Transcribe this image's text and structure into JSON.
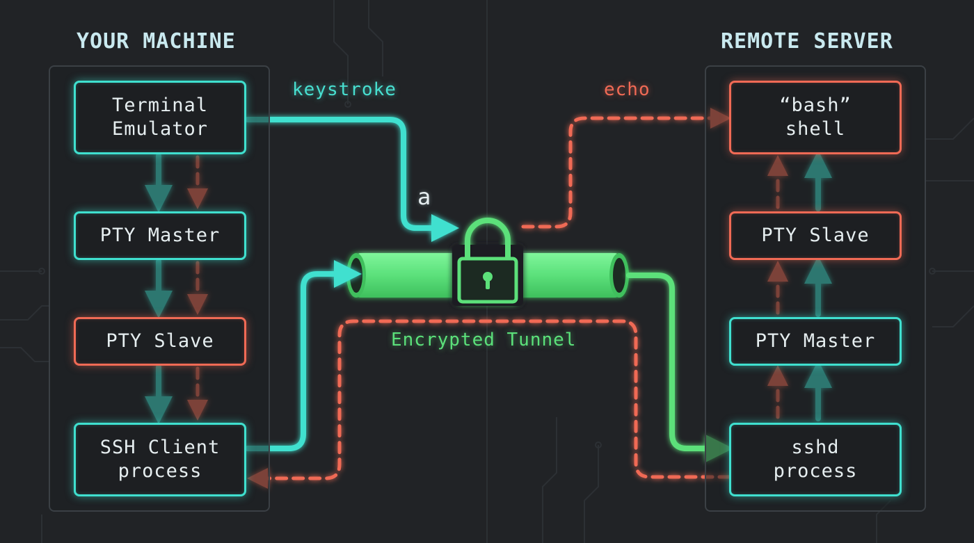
{
  "colors": {
    "background": "#212326",
    "keystroke_path": "#3fe0cf",
    "echo_path": "#f06a55",
    "tunnel": "#5be07a"
  },
  "left_panel": {
    "title": "YOUR MACHINE",
    "nodes": {
      "terminal": [
        "Terminal",
        "Emulator"
      ],
      "pty_master": "PTY Master",
      "pty_slave": "PTY Slave",
      "ssh_client": [
        "SSH Client",
        "process"
      ]
    }
  },
  "right_panel": {
    "title": "REMOTE SERVER",
    "nodes": {
      "bash": [
        "“bash”",
        "shell"
      ],
      "pty_slave": "PTY Slave",
      "pty_master": "PTY Master",
      "sshd": [
        "sshd",
        "process"
      ]
    }
  },
  "labels": {
    "keystroke": "keystroke",
    "key_char": "a",
    "echo": "echo",
    "tunnel": "Encrypted Tunnel"
  },
  "icons": {
    "lock": "padlock-icon"
  }
}
